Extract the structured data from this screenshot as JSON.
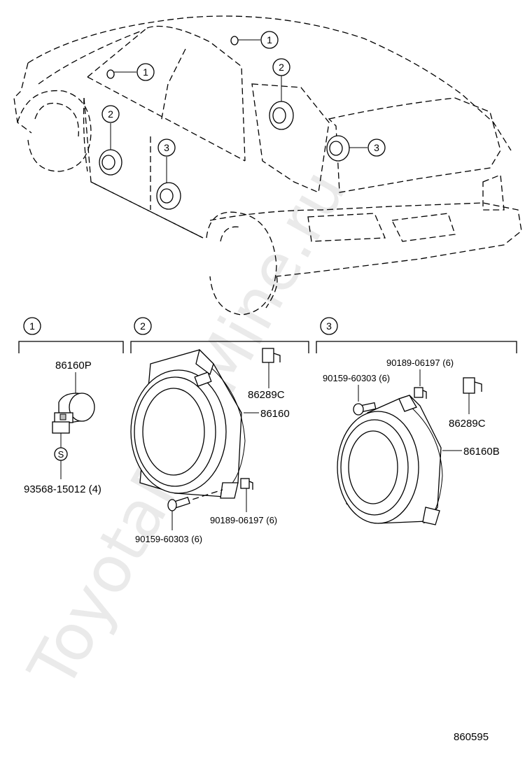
{
  "watermark": "ToyotaPartMine.ru",
  "diagram_code": "860595",
  "callouts": [
    "1",
    "2",
    "3"
  ],
  "groups": [
    {
      "number": "1",
      "parts": {
        "sensor": "86160P",
        "screw": "93568-15012 (4)",
        "screw_symbol": "S"
      }
    },
    {
      "number": "2",
      "parts": {
        "clip": "86289C",
        "speaker": "86160",
        "nut": "90189-06197 (6)",
        "screw": "90159-60303 (6)"
      }
    },
    {
      "number": "3",
      "parts": {
        "nut": "90189-06197 (6)",
        "screw": "90159-60303 (6)",
        "clip": "86289C",
        "speaker": "86160B"
      }
    }
  ]
}
